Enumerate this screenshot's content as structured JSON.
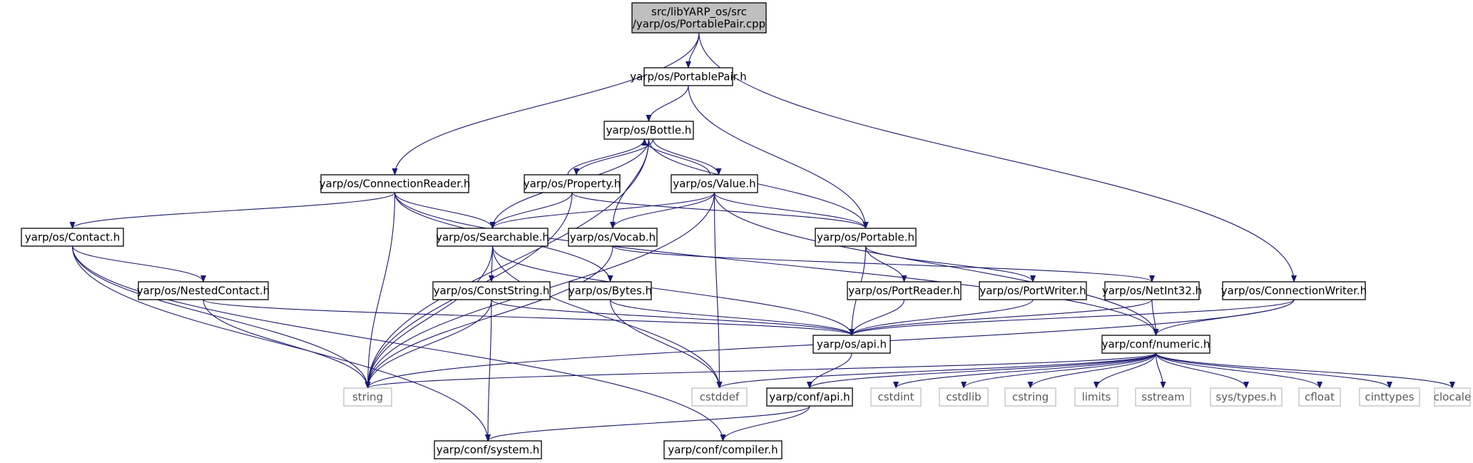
{
  "colors": {
    "edge": "#191970",
    "node_border": "#000000",
    "system_border": "#bfbfbf",
    "system_text": "#5a5a5a",
    "root_fill": "#bfbfbf",
    "node_fill": "#ffffff",
    "text": "#000000"
  },
  "nodes": [
    {
      "id": "root",
      "lines": [
        "src/libYARP_os/src",
        "/yarp/os/PortablePair.cpp"
      ],
      "kind": "root"
    },
    {
      "id": "portablepair_h",
      "lines": [
        "yarp/os/PortablePair.h"
      ],
      "kind": "normal"
    },
    {
      "id": "bottle_h",
      "lines": [
        "yarp/os/Bottle.h"
      ],
      "kind": "normal"
    },
    {
      "id": "connectionreader_h",
      "lines": [
        "yarp/os/ConnectionReader.h"
      ],
      "kind": "normal"
    },
    {
      "id": "property_h",
      "lines": [
        "yarp/os/Property.h"
      ],
      "kind": "normal"
    },
    {
      "id": "value_h",
      "lines": [
        "yarp/os/Value.h"
      ],
      "kind": "normal"
    },
    {
      "id": "contact_h",
      "lines": [
        "yarp/os/Contact.h"
      ],
      "kind": "normal"
    },
    {
      "id": "searchable_h",
      "lines": [
        "yarp/os/Searchable.h"
      ],
      "kind": "normal"
    },
    {
      "id": "vocab_h",
      "lines": [
        "yarp/os/Vocab.h"
      ],
      "kind": "normal"
    },
    {
      "id": "portable_h",
      "lines": [
        "yarp/os/Portable.h"
      ],
      "kind": "normal"
    },
    {
      "id": "nestedcontact_h",
      "lines": [
        "yarp/os/NestedContact.h"
      ],
      "kind": "normal"
    },
    {
      "id": "conststring_h",
      "lines": [
        "yarp/os/ConstString.h"
      ],
      "kind": "normal"
    },
    {
      "id": "bytes_h",
      "lines": [
        "yarp/os/Bytes.h"
      ],
      "kind": "normal"
    },
    {
      "id": "portreader_h",
      "lines": [
        "yarp/os/PortReader.h"
      ],
      "kind": "normal"
    },
    {
      "id": "portwriter_h",
      "lines": [
        "yarp/os/PortWriter.h"
      ],
      "kind": "normal"
    },
    {
      "id": "netint32_h",
      "lines": [
        "yarp/os/NetInt32.h"
      ],
      "kind": "normal"
    },
    {
      "id": "connectionwriter_h",
      "lines": [
        "yarp/os/ConnectionWriter.h"
      ],
      "kind": "normal"
    },
    {
      "id": "api_h",
      "lines": [
        "yarp/os/api.h"
      ],
      "kind": "normal"
    },
    {
      "id": "numeric_h",
      "lines": [
        "yarp/conf/numeric.h"
      ],
      "kind": "normal"
    },
    {
      "id": "string",
      "lines": [
        "string"
      ],
      "kind": "system"
    },
    {
      "id": "cstddef",
      "lines": [
        "cstddef"
      ],
      "kind": "system"
    },
    {
      "id": "conf_api_h",
      "lines": [
        "yarp/conf/api.h"
      ],
      "kind": "normal"
    },
    {
      "id": "cstdint",
      "lines": [
        "cstdint"
      ],
      "kind": "system"
    },
    {
      "id": "cstdlib",
      "lines": [
        "cstdlib"
      ],
      "kind": "system"
    },
    {
      "id": "cstring",
      "lines": [
        "cstring"
      ],
      "kind": "system"
    },
    {
      "id": "limits",
      "lines": [
        "limits"
      ],
      "kind": "system"
    },
    {
      "id": "sstream",
      "lines": [
        "sstream"
      ],
      "kind": "system"
    },
    {
      "id": "systypes_h",
      "lines": [
        "sys/types.h"
      ],
      "kind": "system"
    },
    {
      "id": "cfloat",
      "lines": [
        "cfloat"
      ],
      "kind": "system"
    },
    {
      "id": "cinttypes",
      "lines": [
        "cinttypes"
      ],
      "kind": "system"
    },
    {
      "id": "clocale",
      "lines": [
        "clocale"
      ],
      "kind": "system"
    },
    {
      "id": "system_h",
      "lines": [
        "yarp/conf/system.h"
      ],
      "kind": "normal"
    },
    {
      "id": "compiler_h",
      "lines": [
        "yarp/conf/compiler.h"
      ],
      "kind": "normal"
    }
  ],
  "edges": [
    [
      "root",
      "portablepair_h"
    ],
    [
      "root",
      "connectionreader_h"
    ],
    [
      "root",
      "connectionwriter_h"
    ],
    [
      "portablepair_h",
      "bottle_h"
    ],
    [
      "portablepair_h",
      "portable_h"
    ],
    [
      "bottle_h",
      "property_h"
    ],
    [
      "property_h",
      "bottle_h"
    ],
    [
      "bottle_h",
      "value_h"
    ],
    [
      "value_h",
      "bottle_h"
    ],
    [
      "bottle_h",
      "string"
    ],
    [
      "bottle_h",
      "searchable_h"
    ],
    [
      "bottle_h",
      "vocab_h"
    ],
    [
      "bottle_h",
      "portable_h"
    ],
    [
      "connectionreader_h",
      "contact_h"
    ],
    [
      "connectionreader_h",
      "string"
    ],
    [
      "connectionreader_h",
      "searchable_h"
    ],
    [
      "connectionreader_h",
      "bytes_h"
    ],
    [
      "connectionreader_h",
      "numeric_h"
    ],
    [
      "property_h",
      "searchable_h"
    ],
    [
      "property_h",
      "string"
    ],
    [
      "property_h",
      "portable_h"
    ],
    [
      "value_h",
      "searchable_h"
    ],
    [
      "value_h",
      "vocab_h"
    ],
    [
      "value_h",
      "portable_h"
    ],
    [
      "value_h",
      "string"
    ],
    [
      "value_h",
      "cstddef"
    ],
    [
      "value_h",
      "numeric_h"
    ],
    [
      "contact_h",
      "nestedcontact_h"
    ],
    [
      "contact_h",
      "string"
    ],
    [
      "contact_h",
      "system_h"
    ],
    [
      "contact_h",
      "compiler_h"
    ],
    [
      "searchable_h",
      "conststring_h"
    ],
    [
      "searchable_h",
      "string"
    ],
    [
      "searchable_h",
      "api_h"
    ],
    [
      "searchable_h",
      "cstddef"
    ],
    [
      "vocab_h",
      "string"
    ],
    [
      "vocab_h",
      "netint32_h"
    ],
    [
      "portable_h",
      "portreader_h"
    ],
    [
      "portable_h",
      "portwriter_h"
    ],
    [
      "portable_h",
      "api_h"
    ],
    [
      "nestedcontact_h",
      "string"
    ],
    [
      "nestedcontact_h",
      "api_h"
    ],
    [
      "conststring_h",
      "string"
    ],
    [
      "conststring_h",
      "system_h"
    ],
    [
      "conststring_h",
      "api_h"
    ],
    [
      "bytes_h",
      "api_h"
    ],
    [
      "bytes_h",
      "cstddef"
    ],
    [
      "portreader_h",
      "api_h"
    ],
    [
      "portwriter_h",
      "api_h"
    ],
    [
      "netint32_h",
      "numeric_h"
    ],
    [
      "netint32_h",
      "api_h"
    ],
    [
      "connectionwriter_h",
      "api_h"
    ],
    [
      "connectionwriter_h",
      "string"
    ],
    [
      "connectionwriter_h",
      "numeric_h"
    ],
    [
      "api_h",
      "conf_api_h"
    ],
    [
      "numeric_h",
      "string"
    ],
    [
      "numeric_h",
      "cstddef"
    ],
    [
      "numeric_h",
      "conf_api_h"
    ],
    [
      "numeric_h",
      "cstdint"
    ],
    [
      "numeric_h",
      "cstdlib"
    ],
    [
      "numeric_h",
      "cstring"
    ],
    [
      "numeric_h",
      "limits"
    ],
    [
      "numeric_h",
      "sstream"
    ],
    [
      "numeric_h",
      "systypes_h"
    ],
    [
      "numeric_h",
      "cfloat"
    ],
    [
      "numeric_h",
      "cinttypes"
    ],
    [
      "numeric_h",
      "clocale"
    ],
    [
      "conf_api_h",
      "system_h"
    ],
    [
      "conf_api_h",
      "compiler_h"
    ]
  ]
}
